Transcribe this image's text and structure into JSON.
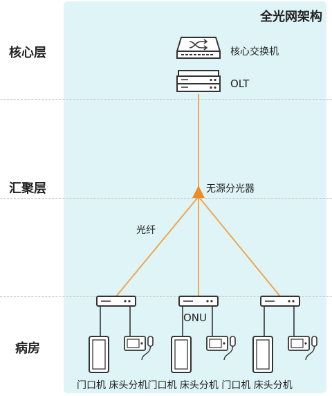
{
  "title": "全光网架构",
  "layers": [
    "核心层",
    "汇聚层",
    "病房"
  ],
  "devices": {
    "core_switch": "核心交换机",
    "olt": "OLT",
    "splitter": "无源分光器",
    "onu": "ONU",
    "fiber": "光纤"
  },
  "terminal_row": "门口机 床头分机门口机 床头分机 门口机 床头分机",
  "colors": {
    "panel": "#dff4f6",
    "fiber": "#f0a64c",
    "splitter": "#ef8a24",
    "device_stroke": "#333333"
  },
  "icons": [
    "switch-icon",
    "olt-icon",
    "onu-icon",
    "door-terminal-icon",
    "bedside-unit-icon"
  ]
}
